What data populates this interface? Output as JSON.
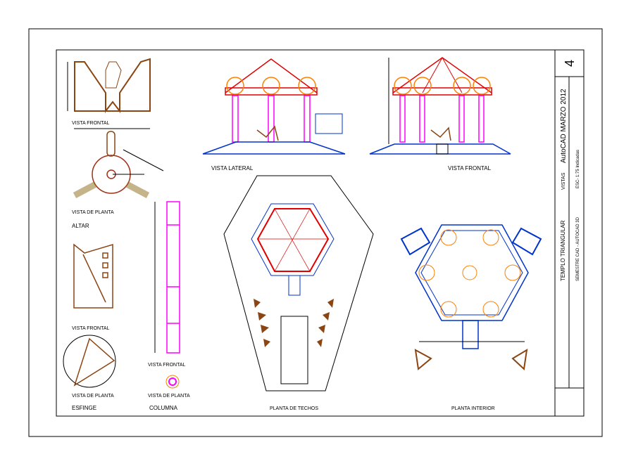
{
  "title_block": {
    "sheet_number": "4",
    "project": "TEMPLO TRIANGULAR",
    "content": "VISTAS",
    "software_date": "AutoCAD   MARZO 2012",
    "course": "SEMESTRE CAD -  AUTOCAD 3D",
    "scale": "ESC- 1:75 Indicadas"
  },
  "altar": {
    "front_label": "VISTA FRONTAL",
    "plan_label": "VISTA DE PLANTA",
    "title": "ALTAR"
  },
  "esfinge": {
    "front_label": "VISTA FRONTAL",
    "plan_label": "VISTA DE PLANTA",
    "title": "ESFINGE"
  },
  "columna": {
    "front_label": "VISTA FRONTAL",
    "plan_label": "VISTA DE PLANTA",
    "title": "COLUMNA"
  },
  "views": {
    "lateral": "VISTA LATERAL",
    "frontal": "VISTA FRONTAL",
    "roof_plan": "PLANTA DE TECHOS",
    "interior_plan": "PLANTA INTERIOR"
  },
  "colors": {
    "roof": "#e00000",
    "column": "#ff00ff",
    "base": "#0033cc",
    "wood": "#8b4513",
    "dim": "#000000",
    "circle": "#ff8000"
  }
}
